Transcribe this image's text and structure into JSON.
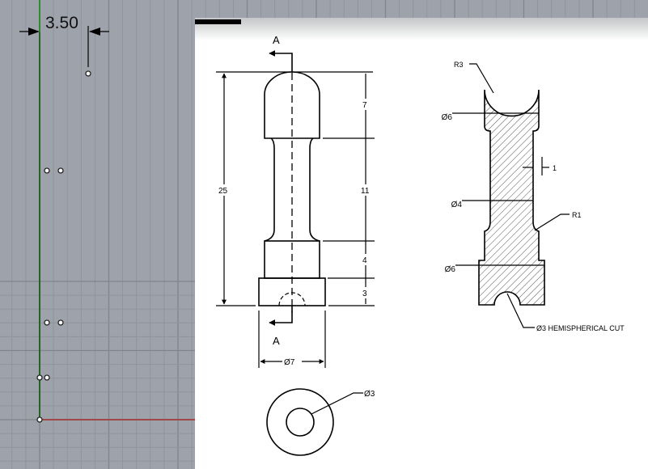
{
  "viewport": {
    "background_color": "#9ea3ab",
    "x_axis_color": "#a04848",
    "y_axis_color": "#2e8b2e",
    "dimension": {
      "value": "3.50"
    }
  },
  "drawing": {
    "front_view": {
      "section_label_top": "A",
      "section_label_bottom": "A",
      "dim_overall": "25",
      "dim_head": "7",
      "dim_shaft": "11",
      "dim_collar": "4",
      "dim_base": "3",
      "dim_base_diameter": "Ø7"
    },
    "section_view": {
      "label_head_radius": "R3",
      "label_head_diameter": "Ø6",
      "label_step": "1",
      "label_shaft_diameter": "Ø4",
      "label_fillet_radius": "R1",
      "label_collar_diameter": "Ø6",
      "label_cut": "Ø3 HEMISPHERICAL CUT"
    },
    "bottom_view": {
      "label_hole_diameter": "Ø3"
    }
  }
}
